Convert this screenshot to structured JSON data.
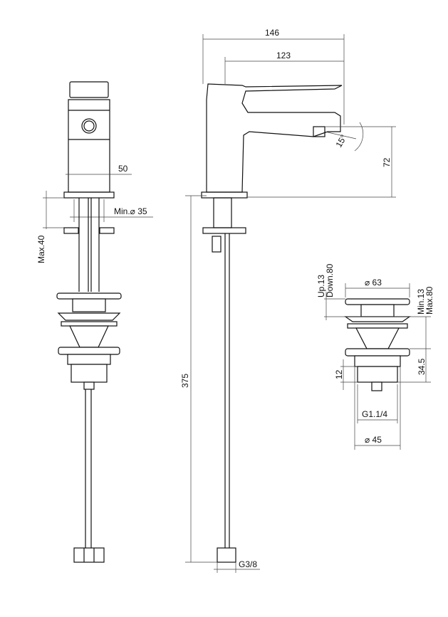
{
  "front_view": {
    "width_dim": "50",
    "hole_dim": "Min.⌀ 35",
    "deck_dim": "Max.40"
  },
  "side_view": {
    "overall_length": "146",
    "spout_reach": "123",
    "spout_height": "72",
    "spout_angle": "15°",
    "hose_length": "375",
    "hose_thread": "G3/8"
  },
  "waste_view": {
    "cap_dim": "⌀ 63",
    "travel_up": "Up.13",
    "travel_down": "Down.80",
    "basin_min": "Min.13",
    "basin_max": "Max.80",
    "body_height": "34.5",
    "thread_height": "12",
    "thread": "G1.1/4",
    "body_dim": "⌀ 45"
  }
}
